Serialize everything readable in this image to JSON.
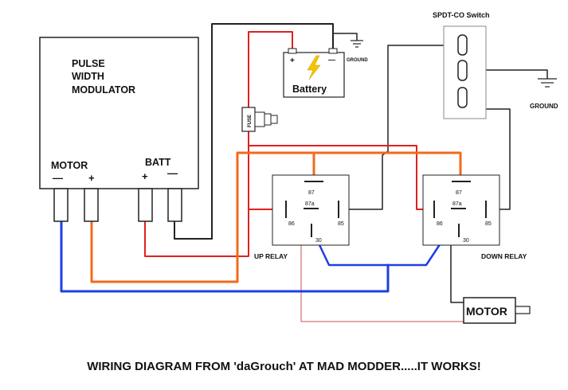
{
  "pwm": {
    "title_line1": "PULSE",
    "title_line2": "WIDTH",
    "title_line3": "MODULATOR",
    "motor_label": "MOTOR",
    "batt_label": "BATT",
    "motor_minus": "—",
    "motor_plus": "+",
    "batt_plus": "+",
    "batt_minus": "—"
  },
  "battery": {
    "label": "Battery",
    "plus": "+",
    "minus": "—",
    "ground_label": "GROUND"
  },
  "fuse": {
    "label": "FUSE"
  },
  "switch": {
    "title": "SPDT-CO Switch",
    "ground_label": "GROUND"
  },
  "up_relay": {
    "label": "UP RELAY",
    "pin87": "87",
    "pin87a": "87a",
    "pin86": "86",
    "pin85": "85",
    "pin30": "30"
  },
  "down_relay": {
    "label": "DOWN RELAY",
    "pin87": "87",
    "pin87a": "87a",
    "pin86": "86",
    "pin85": "85",
    "pin30": "30"
  },
  "motor": {
    "label": "MOTOR"
  },
  "caption": "WIRING DIAGRAM FROM 'daGrouch' AT MAD MODDER.....IT WORKS!",
  "colors": {
    "red": "#e02020",
    "orange": "#f26a1b",
    "blue": "#1e3fe0",
    "black": "#222222",
    "thin_red": "#c85050",
    "lightning": "#f5c400"
  }
}
